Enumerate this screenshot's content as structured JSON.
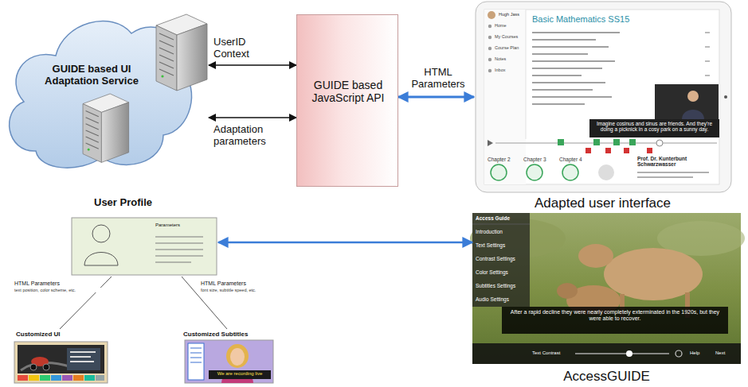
{
  "diagram": {
    "nodes": [
      {
        "text": [
          "GUIDE based UI Adaptation Service"
        ]
      },
      {
        "text": [
          "GUIDE based JavaScript API"
        ]
      },
      {
        "text": [
          "Adapted user interface"
        ]
      },
      {
        "text": [
          "User Profile",
          "Parameters"
        ]
      },
      {
        "text": [
          "AccessGUIDE"
        ]
      },
      {
        "text": [
          "Customized UI"
        ]
      },
      {
        "text": [
          "Customized Subtitles"
        ]
      }
    ],
    "edges": [
      {
        "from": 0,
        "to": 1,
        "label": "UserID Context",
        "arrow": "both"
      },
      {
        "from": 0,
        "to": 1,
        "label": "Adaptation parameters",
        "arrow": "both"
      },
      {
        "from": 1,
        "to": 2,
        "label": "HTML Parameters",
        "arrow": "both"
      },
      {
        "from": 3,
        "to": 4,
        "arrow": "both"
      },
      {
        "from": 3,
        "to": 5,
        "label": "HTML Parameters",
        "arrow": "none"
      },
      {
        "from": 3,
        "to": 6,
        "label": "HTML Parameters",
        "arrow": "none"
      }
    ],
    "labels": [
      "text position, color scheme, etc.",
      "font size, subtitle speed, etc.",
      "Hugh Jass",
      "Home",
      "My Courses",
      "Course Plan",
      "Notes",
      "Inbox",
      "Basic Mathematics SS15",
      "Imagine cosinus and sinus are friends. And they're doing a picknick in a cosy park on a sunny day.",
      "Chapter 2",
      "Chapter 3",
      "Chapter 4",
      "Prof. Dr. Kunterbunt Schwarzwasser",
      "Access Guide",
      "Introduction",
      "Text Settings",
      "Contrast Settings",
      "Color Settings",
      "Subtitles Settings",
      "Audio Settings",
      "After a rapid decline they were nearly completely exterminated in the 1920s, but they were able to recover.",
      "Text Contrast",
      "Help",
      "Next",
      "We are recording live"
    ]
  }
}
